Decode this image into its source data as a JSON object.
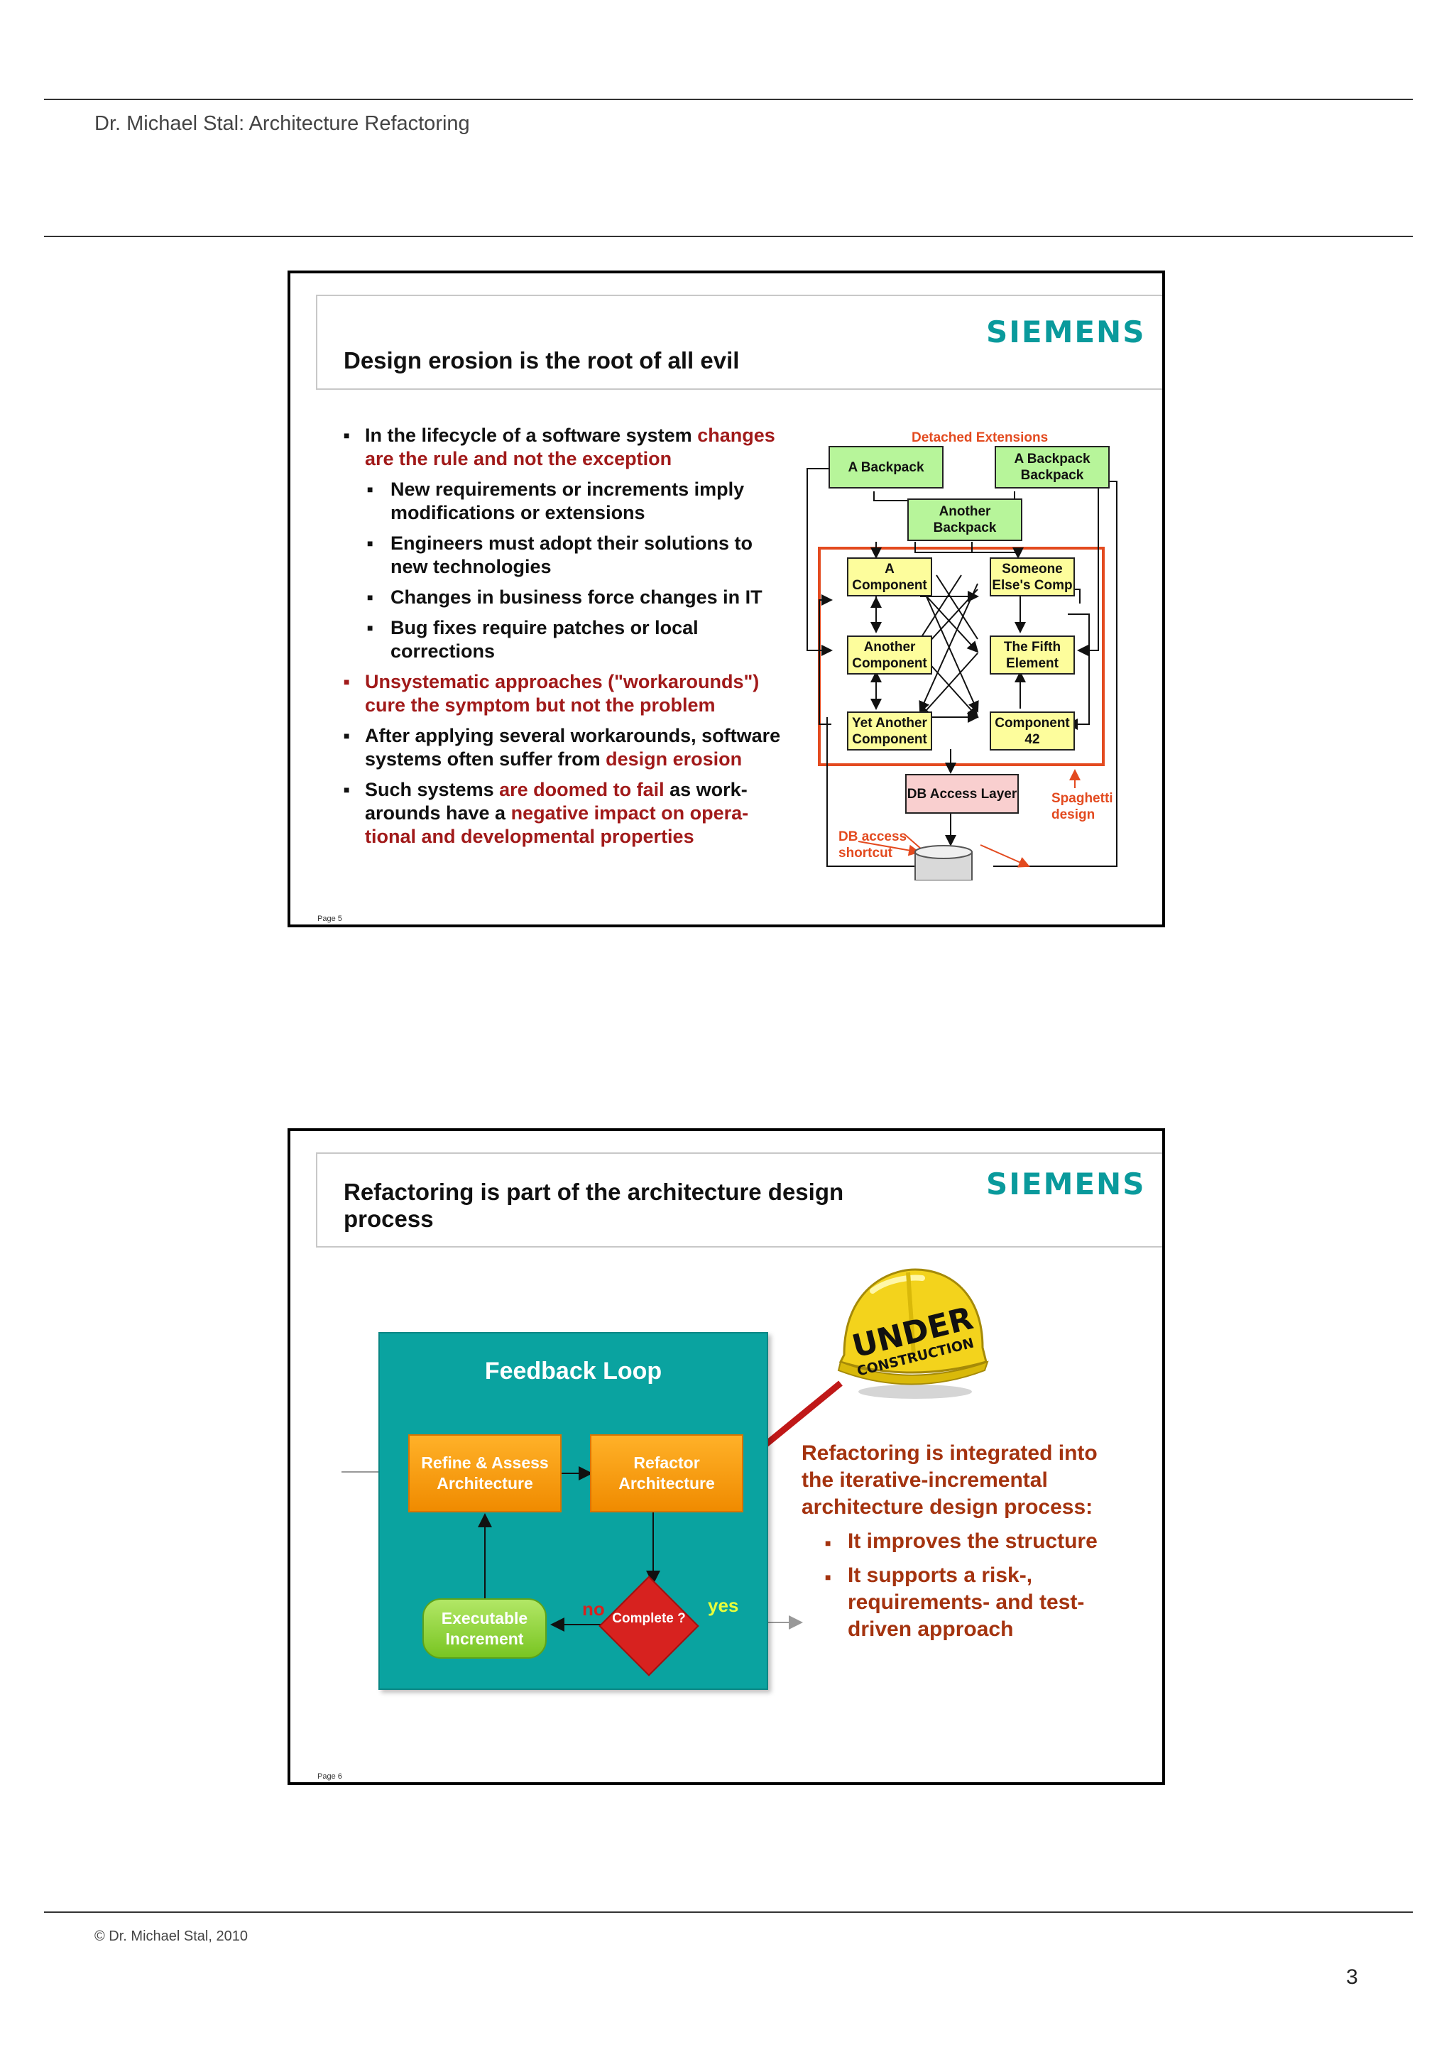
{
  "header": {
    "title": "Dr. Michael Stal: Architecture Refactoring"
  },
  "footer": {
    "copyright": "©  Dr. Michael Stal, 2010",
    "page_number": "3"
  },
  "slide1": {
    "logo": "SIEMENS",
    "title": "Design erosion is the root of all evil",
    "page_label": "Page 5",
    "bullets": {
      "b1_text": "In the lifecycle of a software system ",
      "b1_red": "changes are the rule and not the exception",
      "b1_sub1": "New requirements or increments imply modifications or extensions",
      "b1_sub2": "Engineers must adopt their solutions to new technologies",
      "b1_sub3": "Changes in business force changes in IT",
      "b1_sub4": "Bug fixes require patches or local corrections",
      "b2_red": "Unsystematic approaches (\"workarounds\") cure the symptom but not the problem",
      "b3_text": "After applying several workarounds, software systems often suffer from ",
      "b3_red": "design erosion",
      "b4_text1": "Such systems ",
      "b4_red1": "are doomed to fail",
      "b4_text2": " as work-arounds have a ",
      "b4_red2": "negative impact on opera-tional and developmental properties"
    },
    "diagram": {
      "detached_label": "Detached Extensions",
      "a_backpack": "A Backpack",
      "a_backpack_backpack": "A Backpack Backpack",
      "another_backpack": "Another Backpack",
      "a_component": "A Component",
      "someone_elses": "Someone Else's Comp",
      "another_component": "Another Component",
      "fifth_element": "The Fifth Element",
      "yet_another": "Yet Another Component",
      "component_42": "Component 42",
      "db_access_layer": "DB Access Layer",
      "spaghetti": "Spaghetti design",
      "db_shortcut": "DB access shortcut",
      "colors": {
        "accent": "#e34a1f",
        "green_box": "#b7f59a",
        "yellow_box": "#fdfd9c",
        "pink_box": "#f9cfcf"
      }
    }
  },
  "slide2": {
    "logo": "SIEMENS",
    "title": "Refactoring is part of the architecture design process",
    "page_label": "Page 6",
    "feedback": {
      "title": "Feedback Loop",
      "refine": "Refine  & Assess Architecture",
      "refactor": "Refactor Architecture",
      "executable": "Executable Increment",
      "complete": "Complete ?",
      "no": "no",
      "yes": "yes",
      "colors": {
        "panel": "#0aa3a0",
        "orange": "#f5a01a",
        "green": "#8fd23a",
        "red": "#d7221f"
      }
    },
    "helmet": {
      "line1": "UNDER",
      "line2": "CONSTRUCTION"
    },
    "right_text": {
      "intro": "Refactoring is integrated into the iterative-incremental architecture design process:",
      "bullet1": "It improves the structure",
      "bullet2": "It supports a risk-, requirements- and test-driven approach"
    }
  }
}
